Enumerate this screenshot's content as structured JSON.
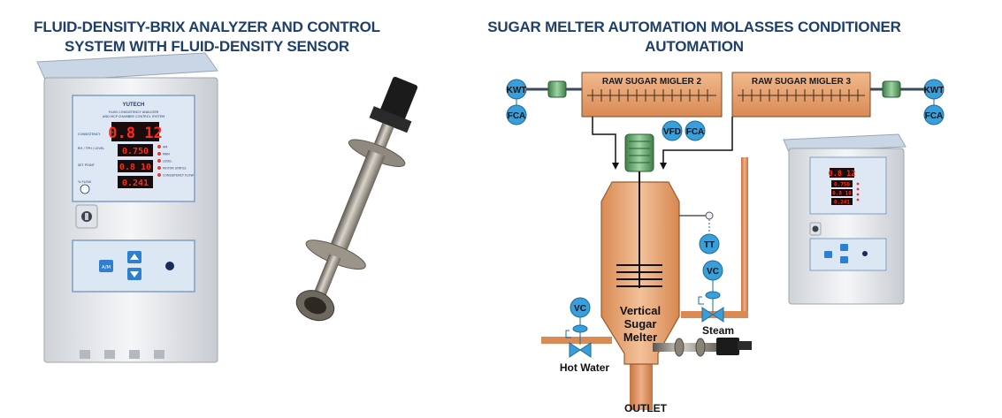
{
  "left_heading": {
    "line1": "FLUID-DENSITY-BRIX ANALYZER AND CONTROL",
    "line2": "SYSTEM WITH FLUID-DENSITY SENSOR"
  },
  "right_heading": {
    "line1": "SUGAR MELTER AUTOMATION MOLASSES CONDITIONER",
    "line2": "AUTOMATION"
  },
  "analyzer_panel": {
    "brand": "YUTECH",
    "subtitle1": "FLUID CONSISTENCY ANALYZER",
    "subtitle2": "AND MCP CHAMBER CONTROL SYSTEM",
    "row_labels": [
      "CONSISTENCY",
      "RH / TPH / LEVEL",
      "SET POINT",
      "% FLOW"
    ],
    "displays": [
      "0.8 12",
      "0.750",
      "0.8 10",
      "0.241"
    ],
    "indicators": [
      "AM",
      "MAN",
      "LEVEL",
      "MOTOR STATUS",
      "CONSISTENCY FLOW"
    ],
    "button_am": "A/M"
  },
  "small_panel": {
    "displays": [
      "0.8 12",
      "0.750",
      "0.8 10",
      "0.241"
    ]
  },
  "diagram": {
    "migler2": "RAW SUGAR MIGLER 2",
    "migler3": "RAW SUGAR MIGLER 3",
    "kwt": "KWT",
    "fca": "FCA",
    "vfd": "VFD",
    "tt": "TT",
    "vc": "VC",
    "melter_line1": "Vertical",
    "melter_line2": "Sugar",
    "melter_line3": "Melter",
    "steam": "Steam",
    "hot_water": "Hot Water",
    "outlet": "OUTLET"
  },
  "colors": {
    "heading": "#1f3f6b",
    "instrument": "#3a9ed8",
    "vessel": "#e39f6e",
    "pipe": "#d98a55",
    "display_led": "#ff2a1a"
  }
}
